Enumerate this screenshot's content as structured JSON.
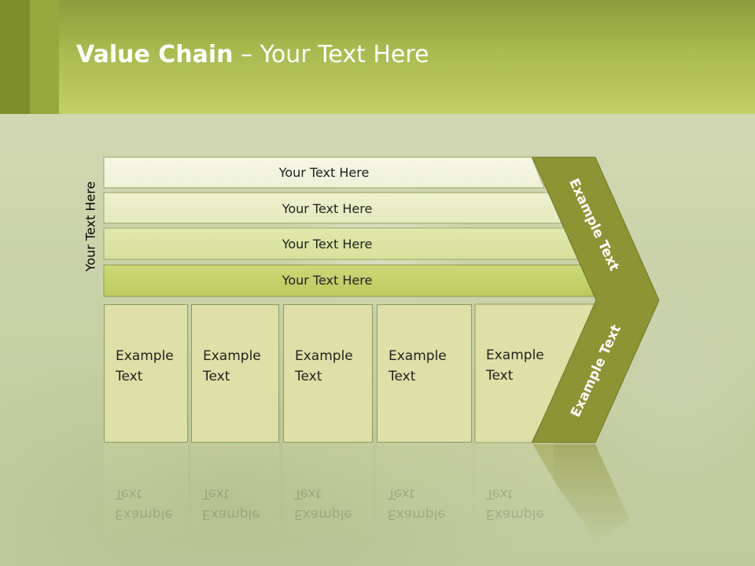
{
  "title": {
    "bold": "Value Chain",
    "rest": " – Your Text Here"
  },
  "side_label": "Your Text Here",
  "rows": [
    {
      "label": "Your Text Here"
    },
    {
      "label": "Your Text Here"
    },
    {
      "label": "Your Text Here"
    },
    {
      "label": "Your Text Here"
    }
  ],
  "columns": [
    {
      "line1": "Example",
      "line2": "Text"
    },
    {
      "line1": "Example",
      "line2": "Text"
    },
    {
      "line1": "Example",
      "line2": "Text"
    },
    {
      "line1": "Example",
      "line2": "Text"
    },
    {
      "line1": "Example",
      "line2": "Text"
    }
  ],
  "chevron": {
    "upper": "Example Text",
    "lower": "Example Text"
  },
  "colors": {
    "header": "#a9ba4f",
    "chevron": "#8d9434",
    "row4": "#c5d26b"
  }
}
